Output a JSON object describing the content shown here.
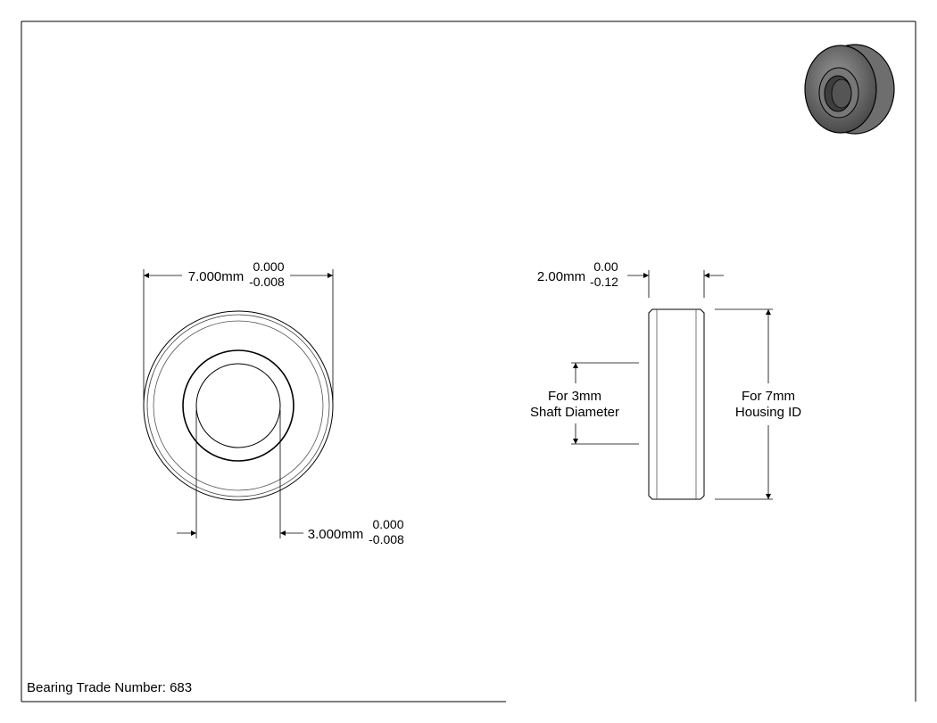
{
  "title_block": {
    "trade_number_text": "Bearing Trade Number: 683"
  },
  "front_view": {
    "outer_diameter": {
      "value": "7.000mm",
      "tol_upper": "0.000",
      "tol_lower": "-0.008"
    },
    "bore": {
      "value": "3.000mm",
      "tol_upper": "0.000",
      "tol_lower": "-0.008"
    }
  },
  "side_view": {
    "width": {
      "value": "2.00mm",
      "tol_upper": "0.00",
      "tol_lower": "-0.12"
    },
    "shaft_note": {
      "line1": "For 3mm",
      "line2": "Shaft Diameter"
    },
    "housing_note": {
      "line1": "For 7mm",
      "line2": "Housing ID"
    }
  },
  "colors": {
    "line": "#000000",
    "background": "#ffffff",
    "bearing_dark": "#5a5a5a",
    "bearing_mid": "#8a8a8a"
  }
}
